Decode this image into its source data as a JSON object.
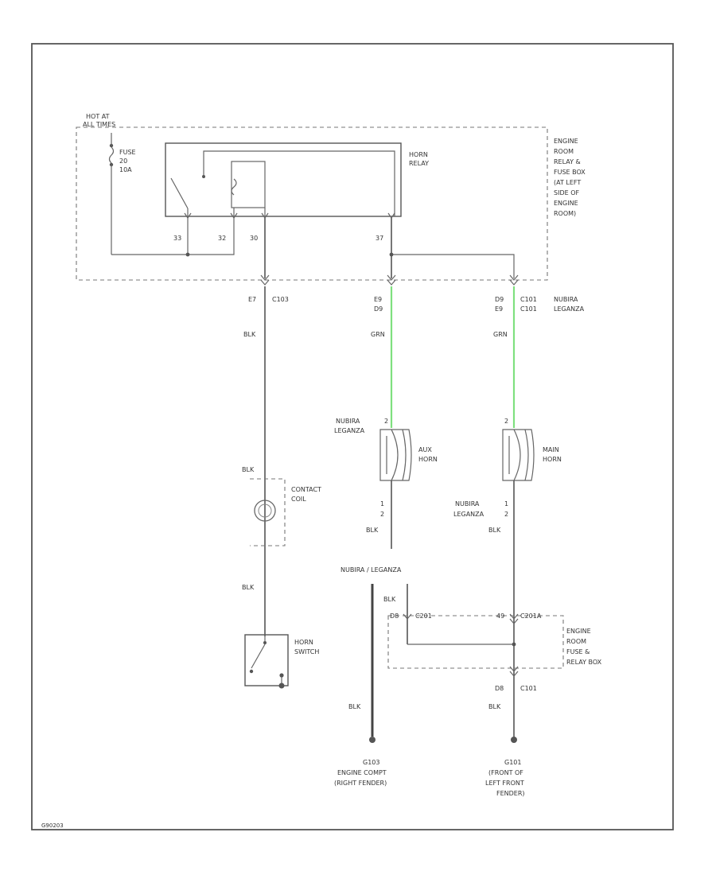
{
  "power": {
    "label_1": "HOT AT",
    "label_2": "ALL TIMES"
  },
  "fuse": {
    "name": "FUSE",
    "number": "20",
    "rating": "10A"
  },
  "relay": {
    "label_1": "HORN",
    "label_2": "RELAY"
  },
  "relay_box": {
    "lines": [
      "ENGINE",
      "ROOM",
      "RELAY &",
      "FUSE BOX",
      "(AT LEFT",
      "SIDE OF",
      "ENGINE",
      "ROOM)"
    ]
  },
  "relay_pins": {
    "p1": "33",
    "p2": "32",
    "p3": "30",
    "p4": "37"
  },
  "connectors": {
    "left": {
      "pin": "E7",
      "name": "C103"
    },
    "mid": {
      "pin_1": "E9",
      "pin_2": "D9"
    },
    "right": {
      "pin_1": "D9",
      "name_1": "C101",
      "variant_1": "NUBIRA",
      "pin_2": "E9",
      "name_2": "C101",
      "variant_2": "LEGANZA"
    }
  },
  "wire_colors": {
    "blk": "BLK",
    "grn": "GRN"
  },
  "aux_horn": {
    "variant_1": "NUBIRA",
    "variant_2": "LEGANZA",
    "pin_top": "2",
    "pin_b1": "1",
    "pin_b2": "2",
    "label_1": "AUX",
    "label_2": "HORN"
  },
  "main_horn": {
    "pin_top": "2",
    "label_1": "MAIN",
    "label_2": "HORN",
    "variant_1": "NUBIRA",
    "pin_1": "1",
    "variant_2": "LEGANZA",
    "pin_2": "2"
  },
  "contact_coil": {
    "label_1": "CONTACT",
    "label_2": "COIL"
  },
  "horn_switch": {
    "label_1": "HORN",
    "label_2": "SWITCH"
  },
  "variant_note": "NUBIRA / LEGANZA",
  "lower_connector": {
    "pin_1": "D8",
    "name_1": "C201",
    "pin_2": "49",
    "name_2": "C201A"
  },
  "fuse_relay_box": {
    "lines": [
      "ENGINE",
      "ROOM",
      "FUSE &",
      "RELAY BOX"
    ]
  },
  "bottom_connector": {
    "pin": "D8",
    "name": "C101"
  },
  "ground_1": {
    "id": "G103",
    "line_1": "ENGINE COMPT",
    "line_2": "(RIGHT FENDER)"
  },
  "ground_2": {
    "id": "G101",
    "line_1": "(FRONT OF",
    "line_2": "LEFT FRONT",
    "line_3": "FENDER)"
  },
  "figure_id": "G90203"
}
